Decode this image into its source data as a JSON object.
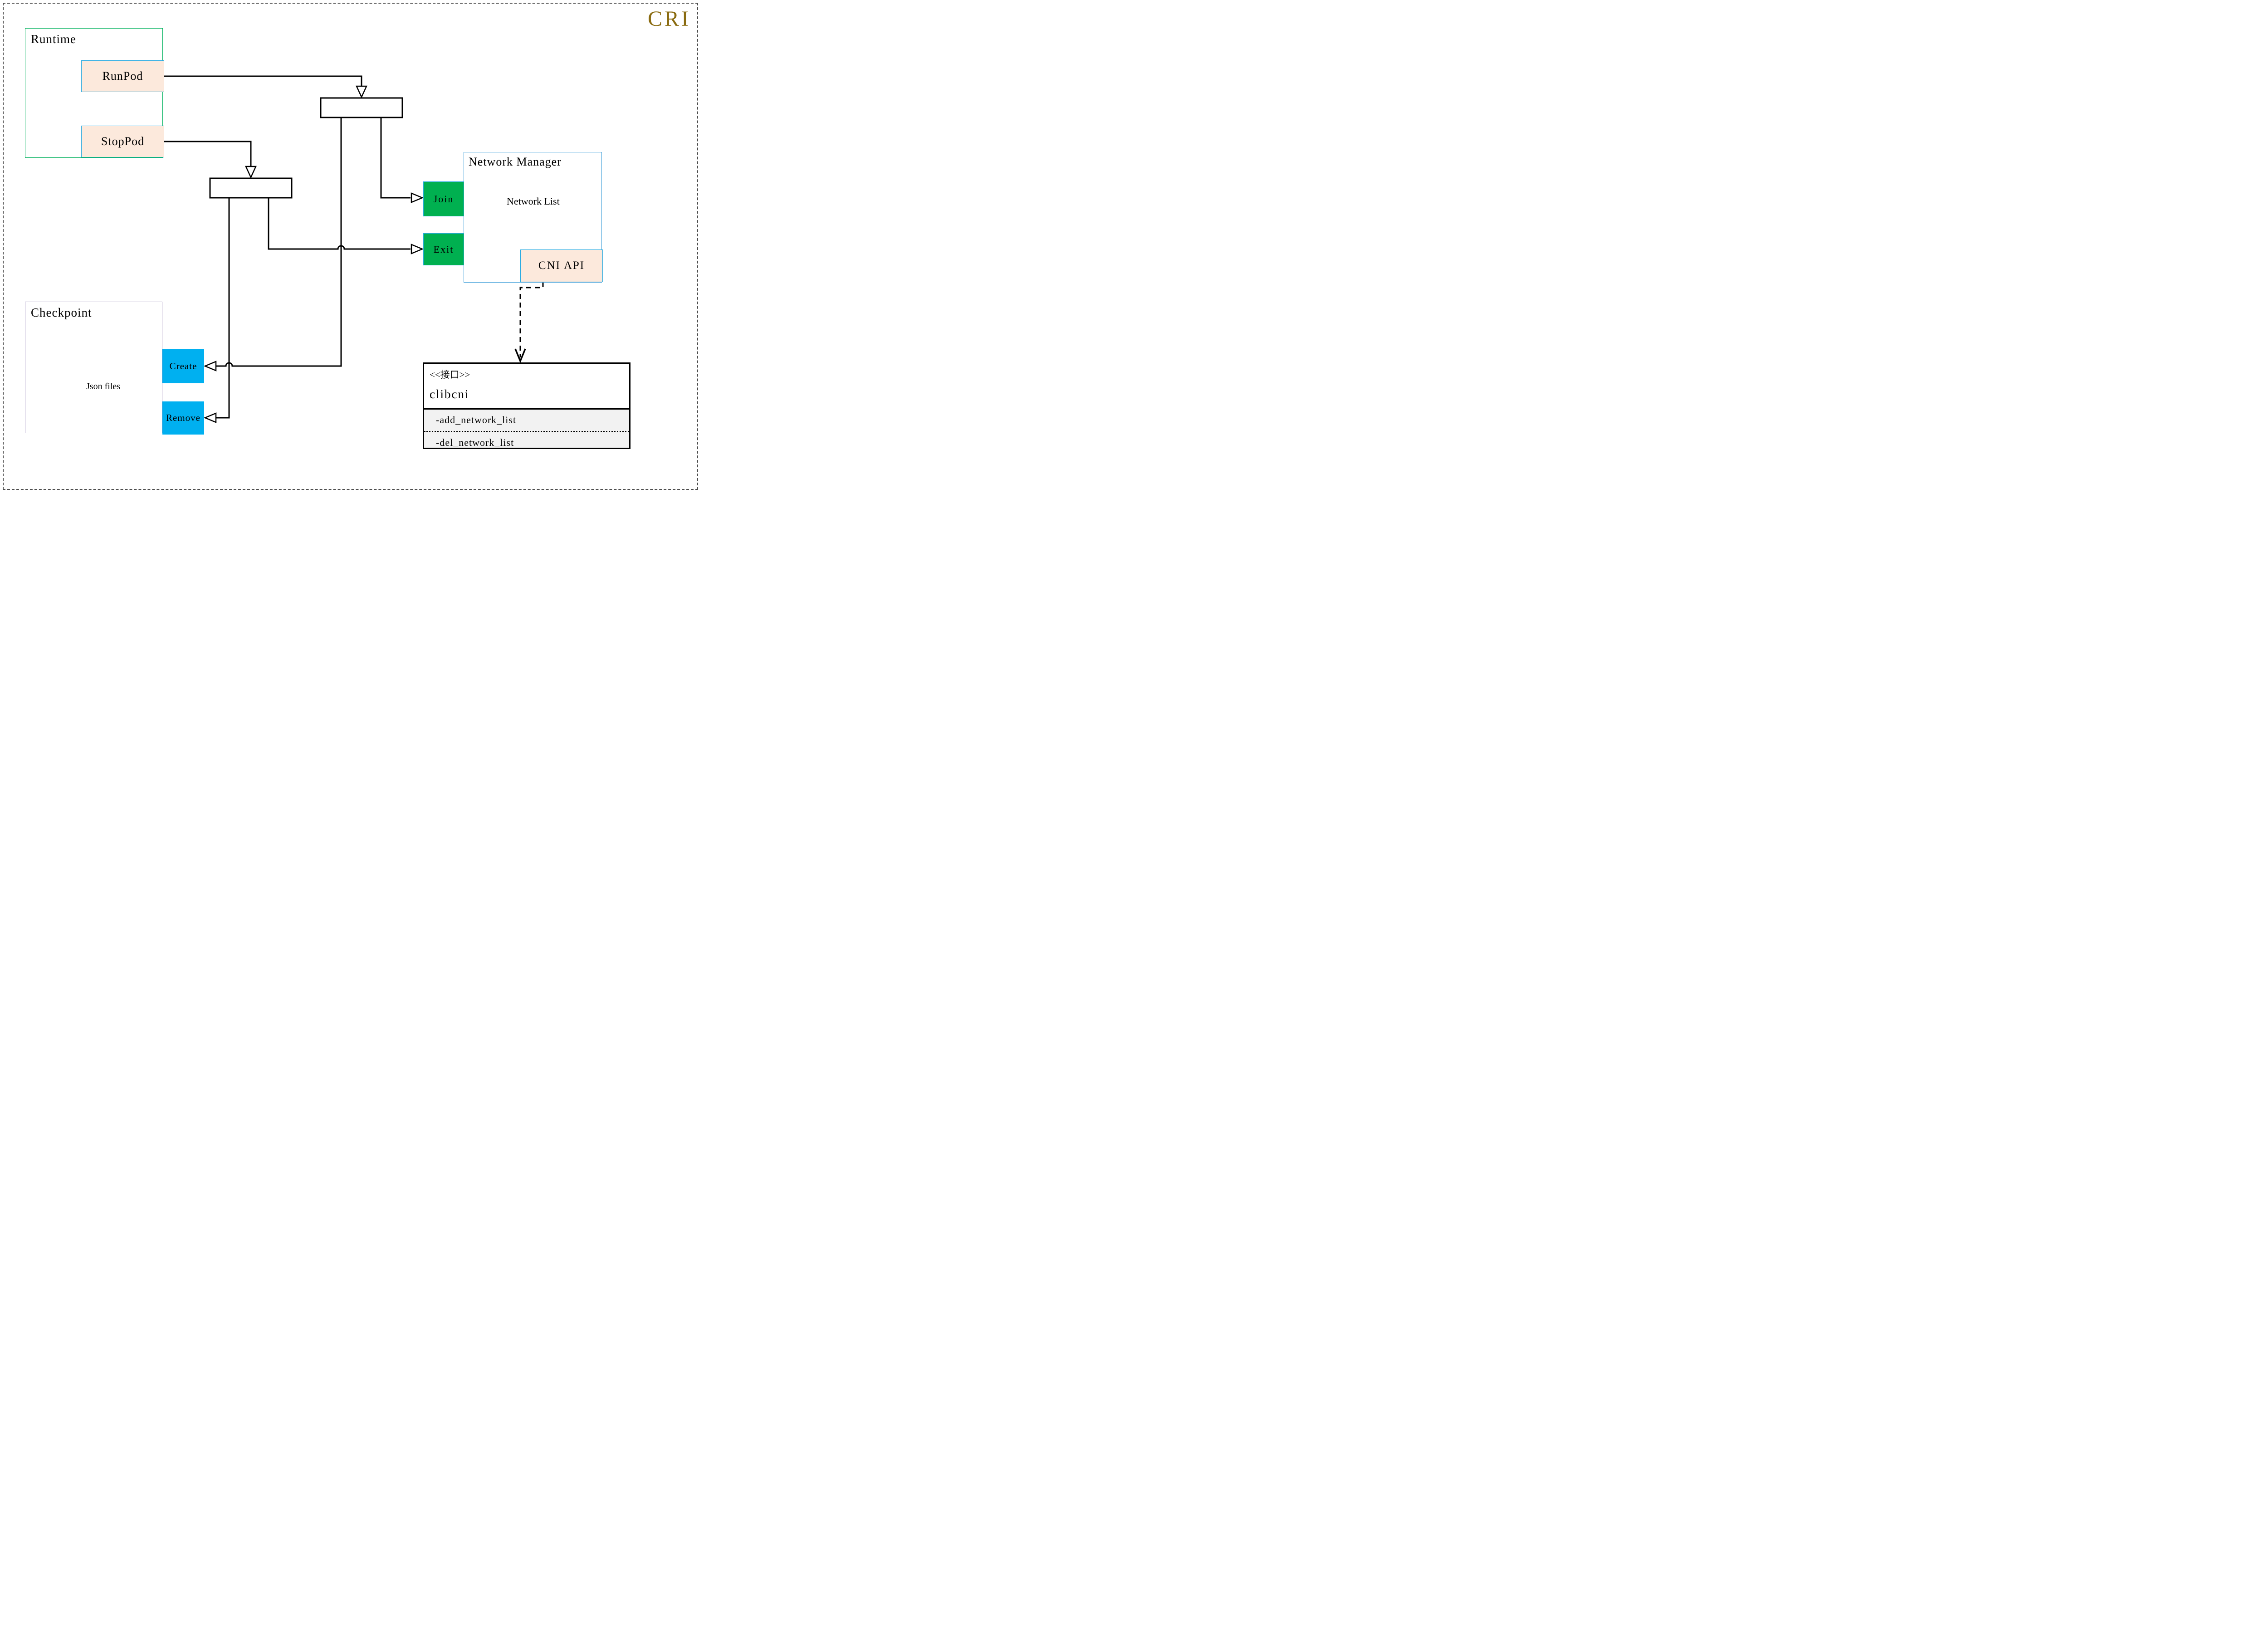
{
  "title": "CRI",
  "colors": {
    "cri_title": "#8a6b10",
    "runtime_border": "#00b15c",
    "checkpoint_border": "#a89ac2",
    "network_manager_border": "#41a0d9",
    "peach_fill": "#fce9dc",
    "cyan_border": "#29abe2",
    "green_fill": "#00b050",
    "blue_fill": "#00b0f0",
    "cylinder_gray": "#666666",
    "methods_section_fill": "#f2f2f2"
  },
  "runtime": {
    "label": "Runtime",
    "runpod": "RunPod",
    "stoppod": "StopPod"
  },
  "network_manager": {
    "label": "Network Manager",
    "join": "Join",
    "exit": "Exit",
    "network_list": "Network List",
    "cni_api": "CNI API"
  },
  "checkpoint": {
    "label": "Checkpoint",
    "json_files": "Json files",
    "create": "Create",
    "remove": "Remove"
  },
  "interface": {
    "stereotype": "<<接口>>",
    "name": "clibcni",
    "methods": [
      "-add_network_list",
      "-del_network_list"
    ]
  }
}
